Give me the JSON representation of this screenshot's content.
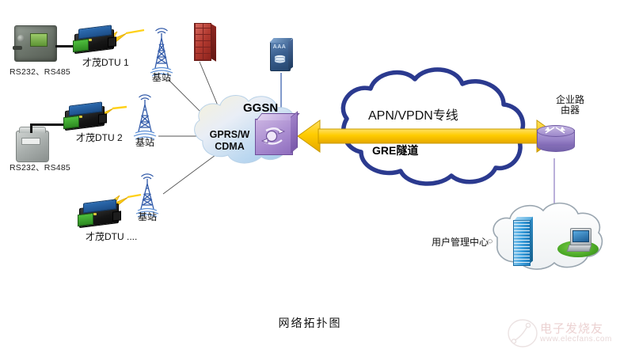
{
  "diagram": {
    "caption": "网络拓扑图",
    "left_devices": [
      {
        "id": "meter-1",
        "serial_label": "RS232、RS485",
        "dtu_label": "才茂DTU 1",
        "tower_label": "基站"
      },
      {
        "id": "meter-2",
        "serial_label": "RS232、RS485",
        "dtu_label": "才茂DTU 2",
        "tower_label": "基站"
      },
      {
        "id": "meter-3",
        "serial_label": "",
        "dtu_label": "才茂DTU ....",
        "tower_label": "基站"
      }
    ],
    "firewall": {
      "name": "firewall"
    },
    "aaa_server": {
      "label": "AAA"
    },
    "gprs_cloud": {
      "line1": "GPRS/W",
      "line2": "CDMA"
    },
    "ggsn": {
      "label": "GGSN"
    },
    "apn_cloud": {
      "title": "APN/VPDN专线",
      "tunnel": "GRE隧道"
    },
    "enterprise_router": {
      "line1": "企业路",
      "line2": "由器"
    },
    "user_center": {
      "label": "用户管理中心"
    }
  },
  "watermark": {
    "cn": "电子发烧友",
    "url": "www.elecfans.com"
  },
  "colors": {
    "cloud_outline": "#2b3a8f",
    "arrow_fill": "#ffcc00",
    "arrow_stroke": "#c79a00",
    "tower": "#2f58a8",
    "lightning": "#ffd11a",
    "gprs_cloud": "#cfe3f5",
    "ggsn": "#a98cd0",
    "router": "#9a85c9",
    "server": "#3ea0dd",
    "firewall": "#b23a30"
  }
}
